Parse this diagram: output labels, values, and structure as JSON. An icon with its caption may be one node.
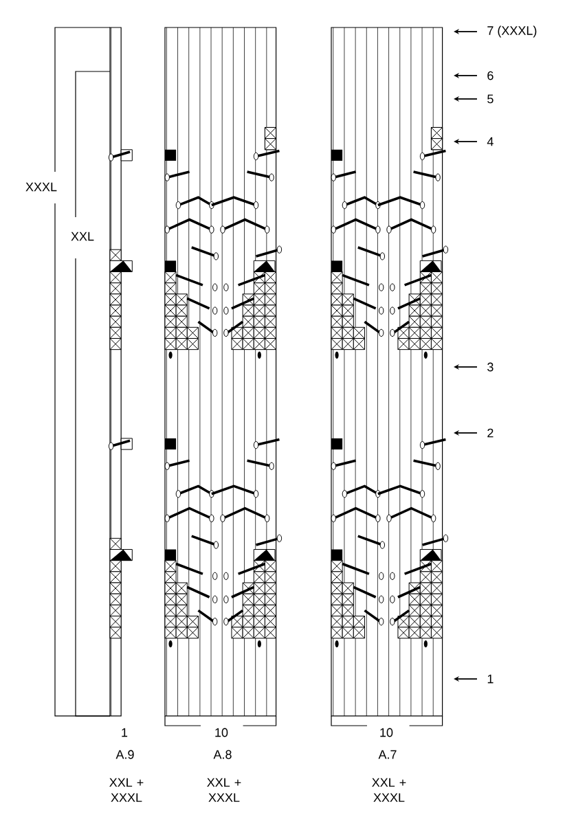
{
  "diagram": {
    "labels": [
      "7 (XXXL)",
      "6",
      "5",
      "4",
      "XXXL",
      "XXL",
      "3",
      "2",
      "1",
      "1",
      "10",
      "10",
      "A.9",
      "A.8",
      "A.7",
      "XXL + XXXL",
      "XXL + XXXL",
      "XXL + XXXL"
    ]
  }
}
